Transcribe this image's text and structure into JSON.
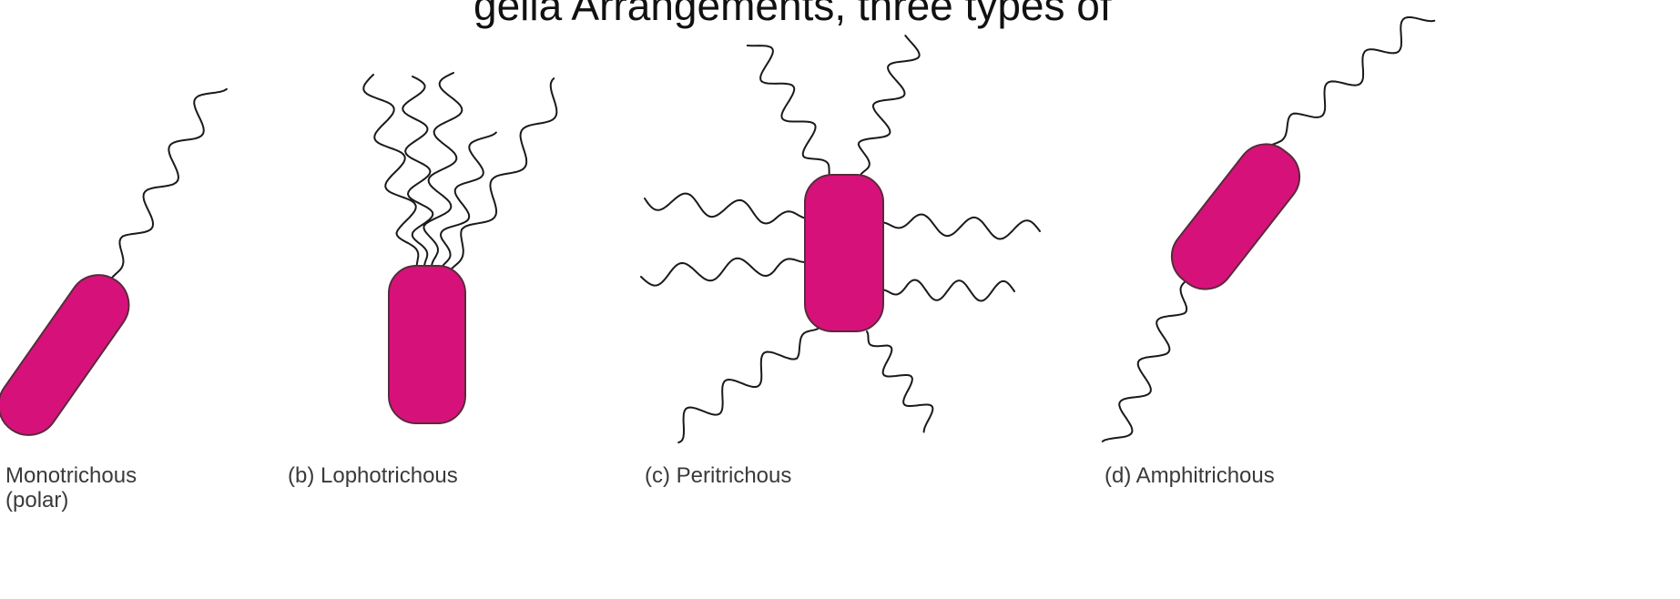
{
  "heading_fragment": "gella Arrangements, three types of",
  "colors": {
    "cell_fill": "#d6127a",
    "cell_outline": "#5a2a3c",
    "flagellum": "#1a1a1a",
    "caption": "#3a3a3a",
    "background": "#ffffff"
  },
  "panels": [
    {
      "id": "a",
      "caption_line1": "Monotrichous",
      "caption_line2": "(polar)",
      "flagella_count": 1
    },
    {
      "id": "b",
      "caption_line1": "(b) Lophotrichous",
      "flagella_count": 5
    },
    {
      "id": "c",
      "caption_line1": "(c) Peritrichous",
      "flagella_count": 8
    },
    {
      "id": "d",
      "caption_line1": "(d) Amphitrichous",
      "flagella_count": 2
    }
  ]
}
